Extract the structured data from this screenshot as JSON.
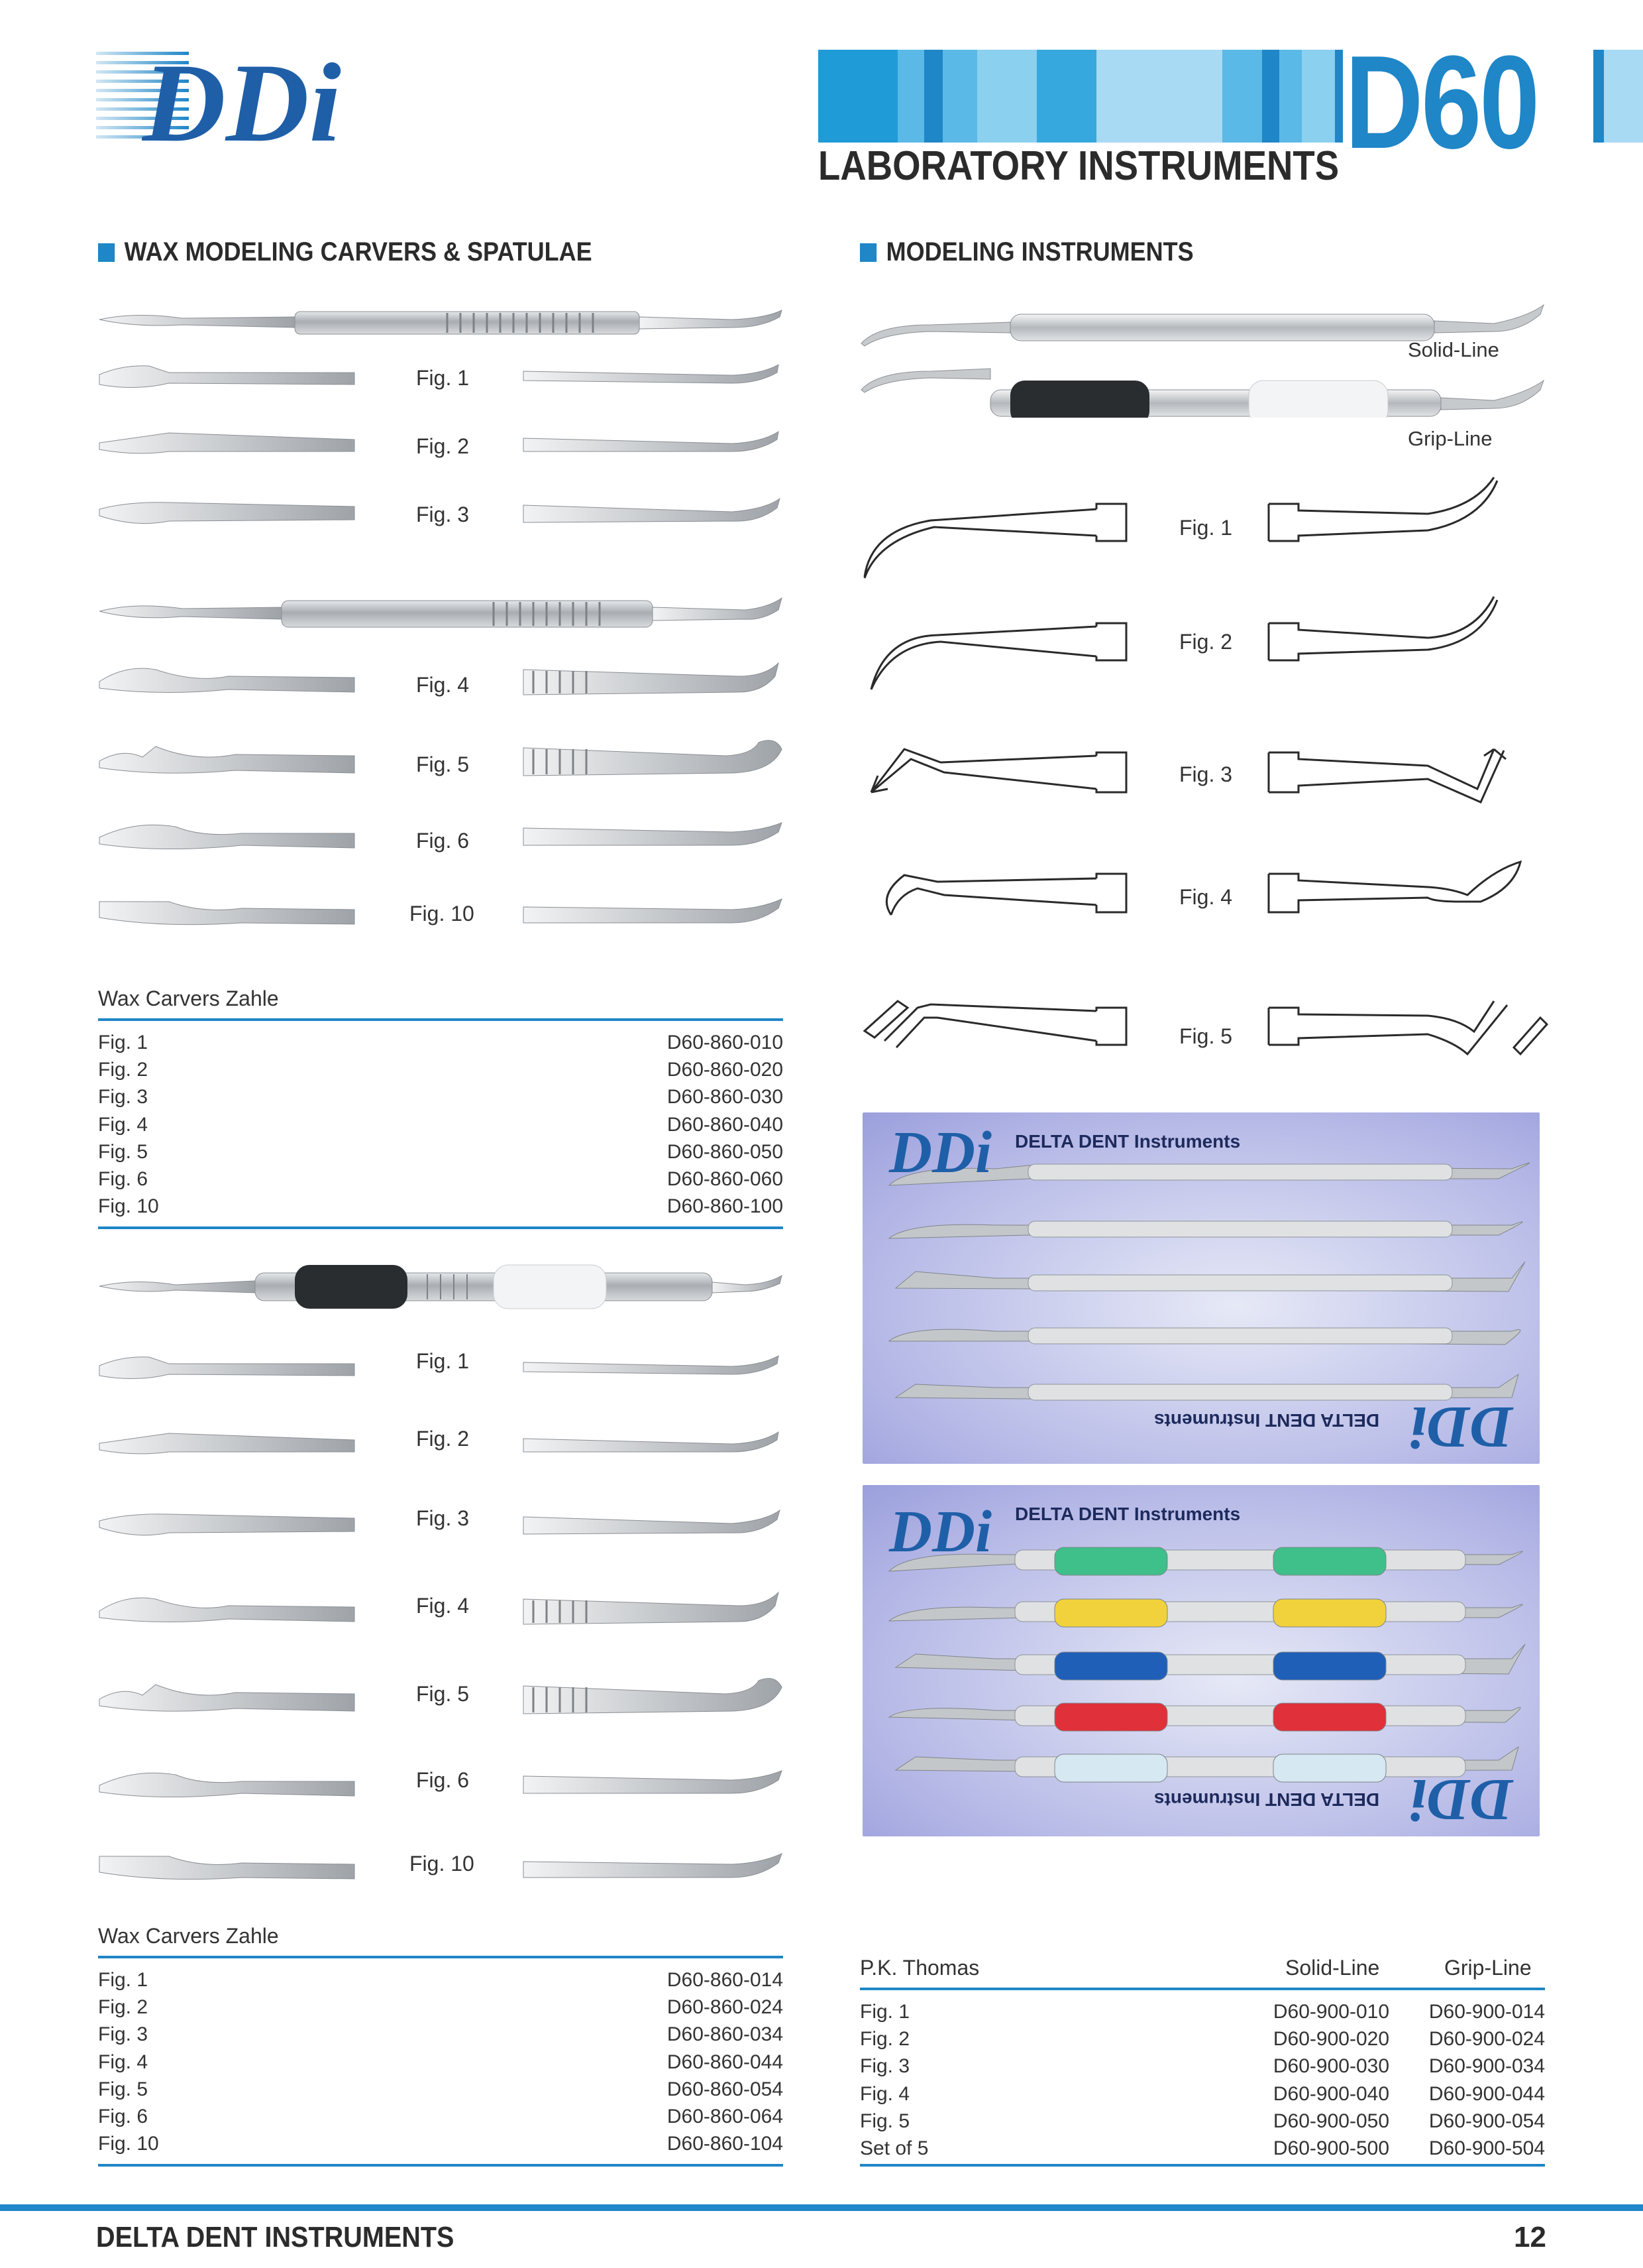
{
  "header": {
    "logo_text": "DDi",
    "code": "D60",
    "title": "LABORATORY INSTRUMENTS"
  },
  "left": {
    "section_title": "WAX MODELING CARVERS & SPATULAE",
    "group1": {
      "fig_labels": [
        "Fig. 1",
        "Fig. 2",
        "Fig. 3",
        "Fig. 4",
        "Fig. 5",
        "Fig. 6",
        "Fig. 10"
      ],
      "table_title": "Wax Carvers Zahle",
      "rows": [
        {
          "fig": "Fig. 1",
          "code": "D60-860-010"
        },
        {
          "fig": "Fig. 2",
          "code": "D60-860-020"
        },
        {
          "fig": "Fig. 3",
          "code": "D60-860-030"
        },
        {
          "fig": "Fig. 4",
          "code": "D60-860-040"
        },
        {
          "fig": "Fig. 5",
          "code": "D60-860-050"
        },
        {
          "fig": "Fig. 6",
          "code": "D60-860-060"
        },
        {
          "fig": "Fig. 10",
          "code": "D60-860-100"
        }
      ]
    },
    "group2": {
      "fig_labels": [
        "Fig. 1",
        "Fig. 2",
        "Fig. 3",
        "Fig. 4",
        "Fig. 5",
        "Fig. 6",
        "Fig. 10"
      ],
      "table_title": "Wax Carvers Zahle",
      "rows": [
        {
          "fig": "Fig. 1",
          "code": "D60-860-014"
        },
        {
          "fig": "Fig. 2",
          "code": "D60-860-024"
        },
        {
          "fig": "Fig. 3",
          "code": "D60-860-034"
        },
        {
          "fig": "Fig. 4",
          "code": "D60-860-044"
        },
        {
          "fig": "Fig. 5",
          "code": "D60-860-054"
        },
        {
          "fig": "Fig. 6",
          "code": "D60-860-064"
        },
        {
          "fig": "Fig. 10",
          "code": "D60-860-104"
        }
      ]
    }
  },
  "right": {
    "section_title": "MODELING INSTRUMENTS",
    "solid_line_label": "Solid-Line",
    "grip_line_label": "Grip-Line",
    "fig_labels": [
      "Fig. 1",
      "Fig. 2",
      "Fig. 3",
      "Fig. 4",
      "Fig. 5"
    ],
    "photo_brand": "DELTA DENT Instruments",
    "photo_brand_mirrored": "DELTA DENT Instruments",
    "table": {
      "title": "P.K. Thomas",
      "col_solid": "Solid-Line",
      "col_grip": "Grip-Line",
      "rows": [
        {
          "fig": "Fig. 1",
          "solid": "D60-900-010",
          "grip": "D60-900-014"
        },
        {
          "fig": "Fig. 2",
          "solid": "D60-900-020",
          "grip": "D60-900-024"
        },
        {
          "fig": "Fig. 3",
          "solid": "D60-900-030",
          "grip": "D60-900-034"
        },
        {
          "fig": "Fig. 4",
          "solid": "D60-900-040",
          "grip": "D60-900-044"
        },
        {
          "fig": "Fig. 5",
          "solid": "D60-900-050",
          "grip": "D60-900-054"
        },
        {
          "fig": "Set of 5",
          "solid": "D60-900-500",
          "grip": "D60-900-504"
        }
      ]
    },
    "grip_colors": [
      "#3fbf8a",
      "#f2d23c",
      "#1f5fb8",
      "#e0303a",
      "#d6e8f2"
    ]
  },
  "footer": {
    "company": "DELTA DENT INSTRUMENTS",
    "page": "12"
  }
}
